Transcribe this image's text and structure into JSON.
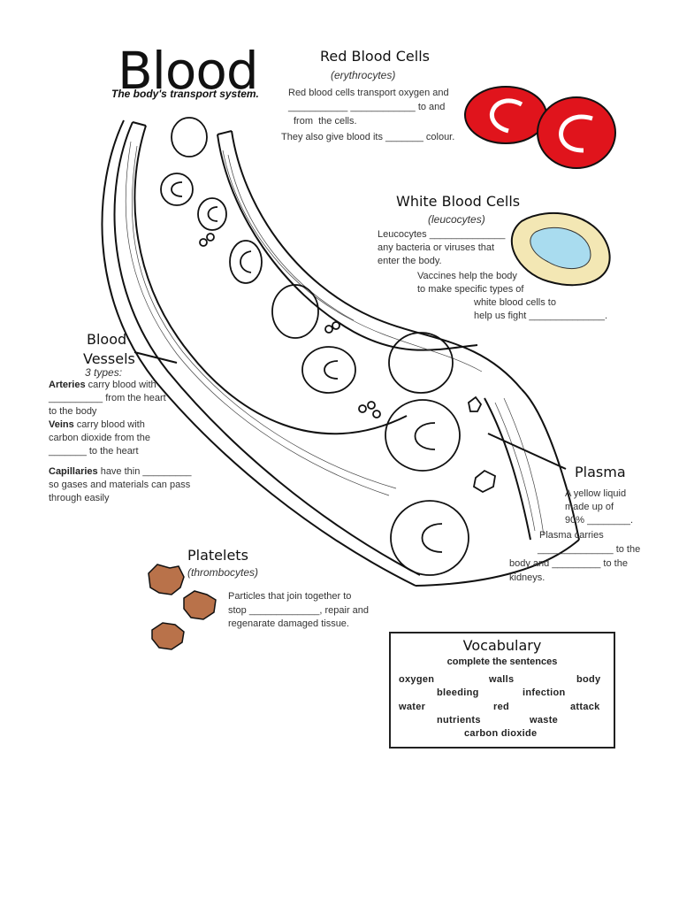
{
  "title": "Blood",
  "tagline": "The body's transport system.",
  "red_cells": {
    "heading": "Red Blood Cells",
    "latin": "(erythrocytes)",
    "lines": [
      "Red blood cells transport oxygen and",
      "___________ ____________ to and",
      "from  the cells.",
      "They also give blood its _______ colour."
    ]
  },
  "white_cells": {
    "heading": "White Blood Cells",
    "latin": "(leucocytes)",
    "lines_a": [
      "Leucocytes ______________",
      "any bacteria or viruses that",
      "enter the body."
    ],
    "lines_b": [
      "Vaccines help the body",
      "to make specific types of",
      "white blood cells to",
      "help us fight ______________."
    ]
  },
  "vessels": {
    "heading_line1": "Blood",
    "heading_line2": "Vessels",
    "types": "3 types:",
    "arteries_bold": "Arteries",
    "arteries_rest": " carry blood with",
    "arteries_l2": "__________ from the heart",
    "arteries_l3": "to the body",
    "veins_bold": "Veins",
    "veins_rest": " carry blood with",
    "veins_l2": "carbon dioxide from the",
    "veins_l3": "_______ to the heart",
    "cap_bold": "Capillaries",
    "cap_rest": " have thin _________",
    "cap_l2": "so gases and materials can pass",
    "cap_l3": "through easily"
  },
  "plasma": {
    "heading": "Plasma",
    "lines_a": [
      "A yellow liquid",
      "made up of",
      "90% ________."
    ],
    "lines_b": [
      "Plasma carries",
      "______________ to the",
      "body and _________ to the",
      "kidneys."
    ]
  },
  "platelets": {
    "heading": "Platelets",
    "latin": "(thrombocytes)",
    "lines": [
      "Particles that join together to",
      "stop _____________, repair and",
      "regenarate damaged tissue."
    ]
  },
  "vocabulary": {
    "title": "Vocabulary",
    "subtitle": "complete the sentences",
    "words": [
      "oxygen",
      "walls",
      "body",
      "bleeding",
      "infection",
      "water",
      "red",
      "attack",
      "nutrients",
      "waste",
      "carbon dioxide"
    ]
  },
  "colors": {
    "red_cell": "#e0141c",
    "white_cell_fill": "#f3e7b4",
    "white_cell_nucleus": "#a9dcef",
    "platelet": "#b9724a"
  }
}
